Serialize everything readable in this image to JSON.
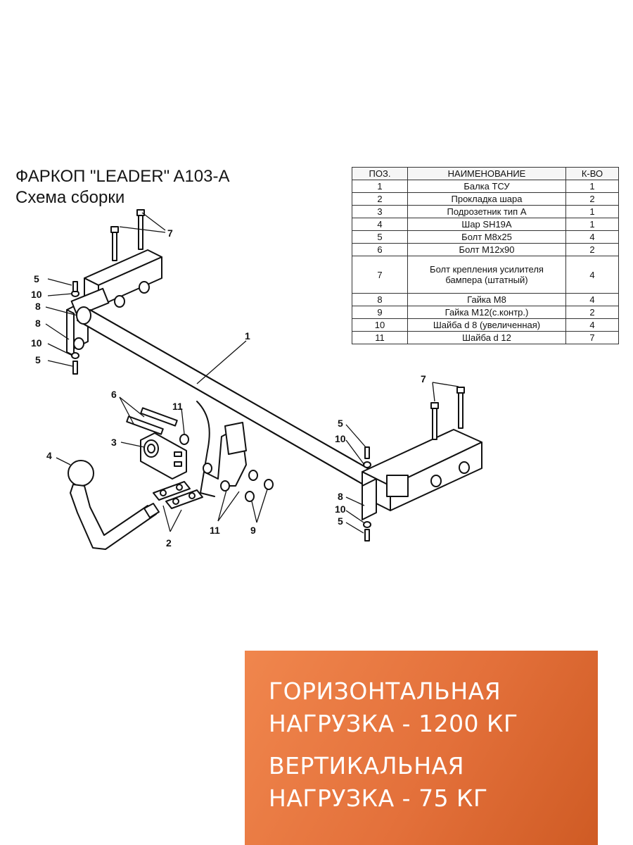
{
  "title": "ФАРКОП \"LEADER\" A103-A",
  "subtitle": "Схема сборки",
  "parts_table": {
    "headers": [
      "ПОЗ.",
      "НАИМЕНОВАНИЕ",
      "К-ВО"
    ],
    "rows": [
      {
        "pos": "1",
        "name": "Балка ТСУ",
        "qty": "1"
      },
      {
        "pos": "2",
        "name": "Прокладка шара",
        "qty": "2"
      },
      {
        "pos": "3",
        "name": "Подрозетник тип А",
        "qty": "1"
      },
      {
        "pos": "4",
        "name": "Шар SH19A",
        "qty": "1"
      },
      {
        "pos": "5",
        "name": "Болт M8x25",
        "qty": "4"
      },
      {
        "pos": "6",
        "name": "Болт M12x90",
        "qty": "2"
      },
      {
        "pos": "7",
        "name": "Болт крепления усилителя бампера (штатный)",
        "qty": "4"
      },
      {
        "pos": "8",
        "name": "Гайка  M8",
        "qty": "4"
      },
      {
        "pos": "9",
        "name": "Гайка M12(с.контр.)",
        "qty": "2"
      },
      {
        "pos": "10",
        "name": "Шайба d 8 (увеличенная)",
        "qty": "4"
      },
      {
        "pos": "11",
        "name": "Шайба d 12",
        "qty": "7"
      }
    ]
  },
  "callouts": {
    "c1": "1",
    "c2": "2",
    "c3": "3",
    "c4": "4",
    "c5": "5",
    "c6": "6",
    "c7": "7",
    "c8": "8",
    "c9": "9",
    "c10": "10",
    "c11": "11"
  },
  "banner": {
    "line1": "ГОРИЗОНТАЛЬНАЯ",
    "line2": "НАГРУЗКА - 1200 КГ",
    "line3": "ВЕРТИКАЛЬНАЯ",
    "line4": "НАГРУЗКА - 75 КГ",
    "colors": {
      "start": "#f0864d",
      "end": "#cf5b24",
      "text": "#ffffff"
    }
  }
}
